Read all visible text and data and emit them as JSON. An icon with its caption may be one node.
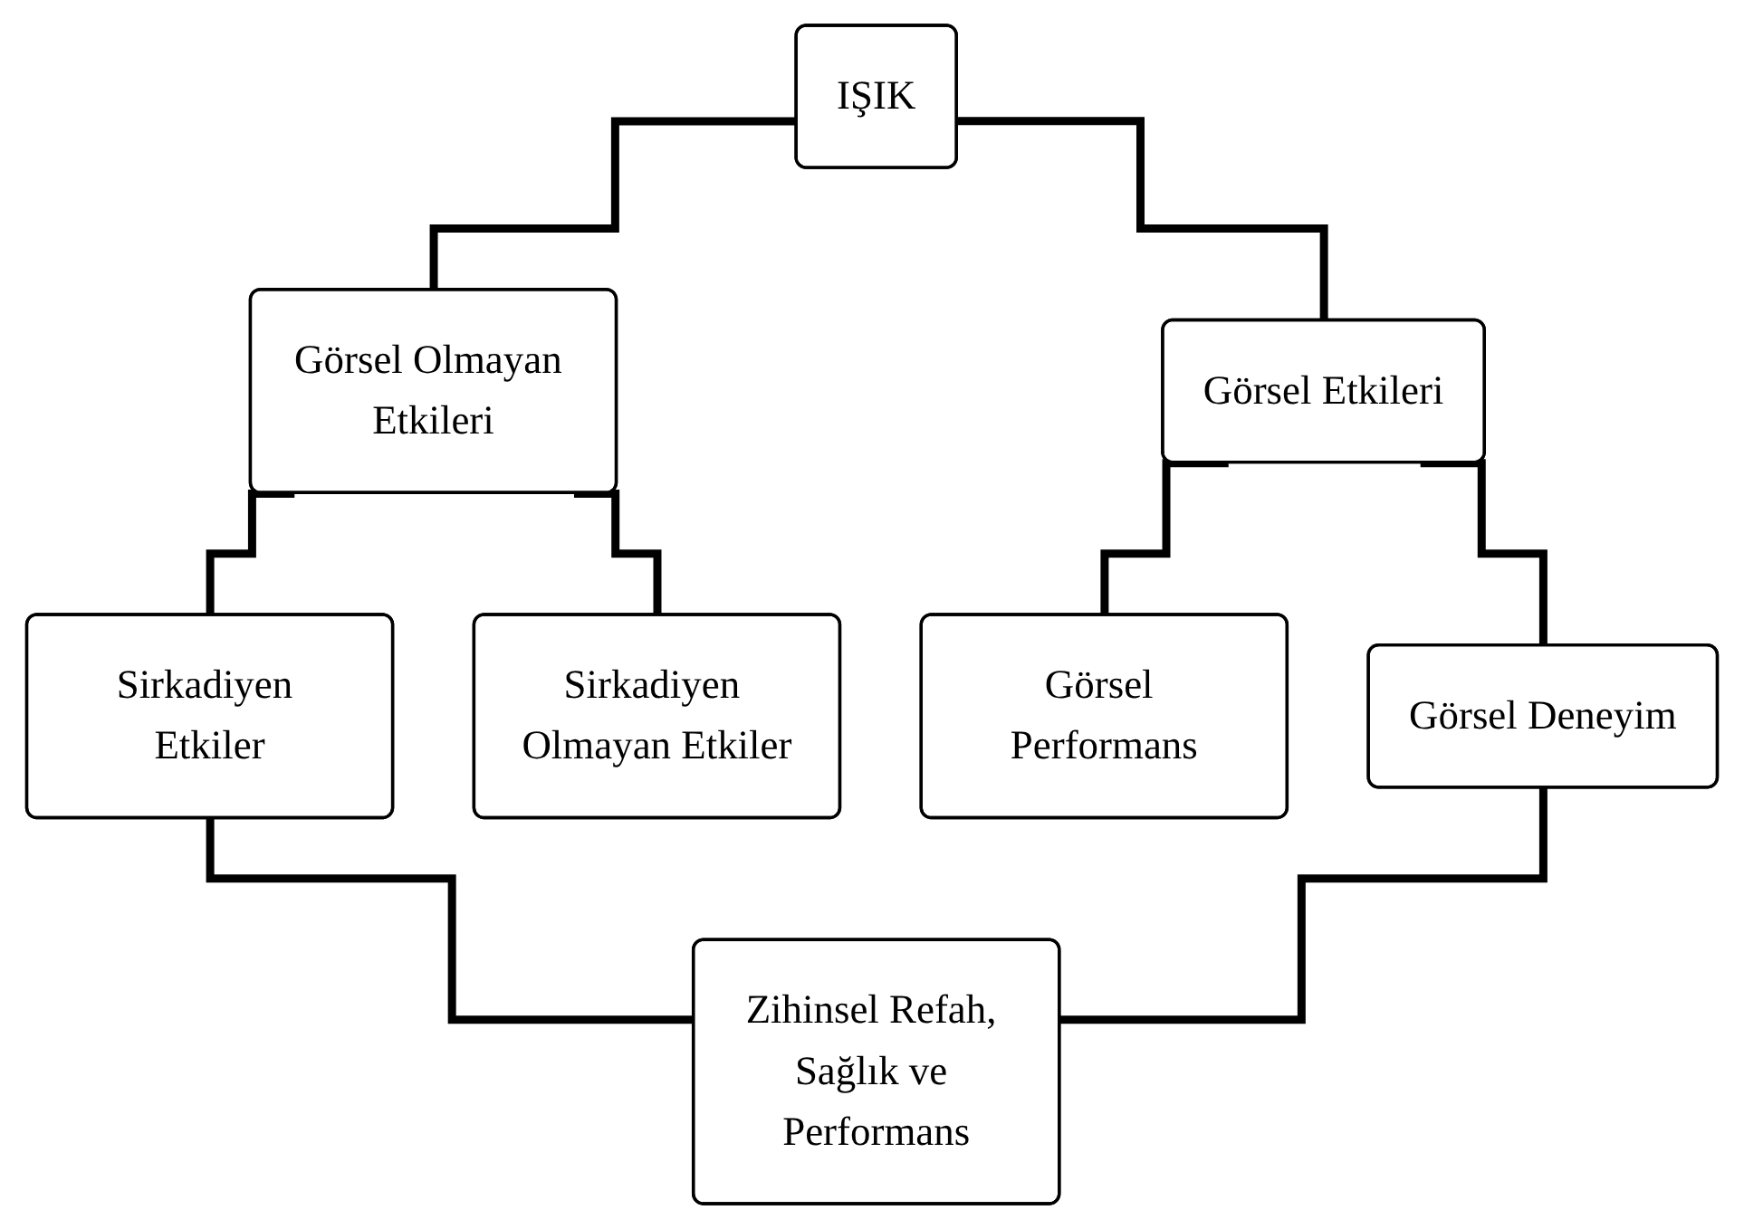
{
  "diagram": {
    "nodes": [
      {
        "text": [
          "IŞIK"
        ]
      },
      {
        "text": [
          "Görsel Olmayan Etkileri"
        ]
      },
      {
        "text": [
          "Görsel Etkileri"
        ]
      },
      {
        "text": [
          "Sirkadiyen Etkiler"
        ]
      },
      {
        "text": [
          "Sirkadiyen Olmayan Etkiler"
        ]
      },
      {
        "text": [
          "Görsel Performans"
        ]
      },
      {
        "text": [
          "Görsel Deneyim"
        ]
      },
      {
        "text": [
          "Zihinsel Refah, Sağlık ve Performans"
        ]
      }
    ],
    "edges": [
      {
        "from": 0,
        "to": 1,
        "arrow": "none"
      },
      {
        "from": 0,
        "to": 2,
        "arrow": "none"
      },
      {
        "from": 1,
        "to": 3,
        "arrow": "none"
      },
      {
        "from": 1,
        "to": 4,
        "arrow": "none"
      },
      {
        "from": 2,
        "to": 5,
        "arrow": "none"
      },
      {
        "from": 2,
        "to": 6,
        "arrow": "none"
      },
      {
        "from": 3,
        "to": 7,
        "arrow": "none"
      },
      {
        "from": 6,
        "to": 7,
        "arrow": "none"
      }
    ]
  }
}
